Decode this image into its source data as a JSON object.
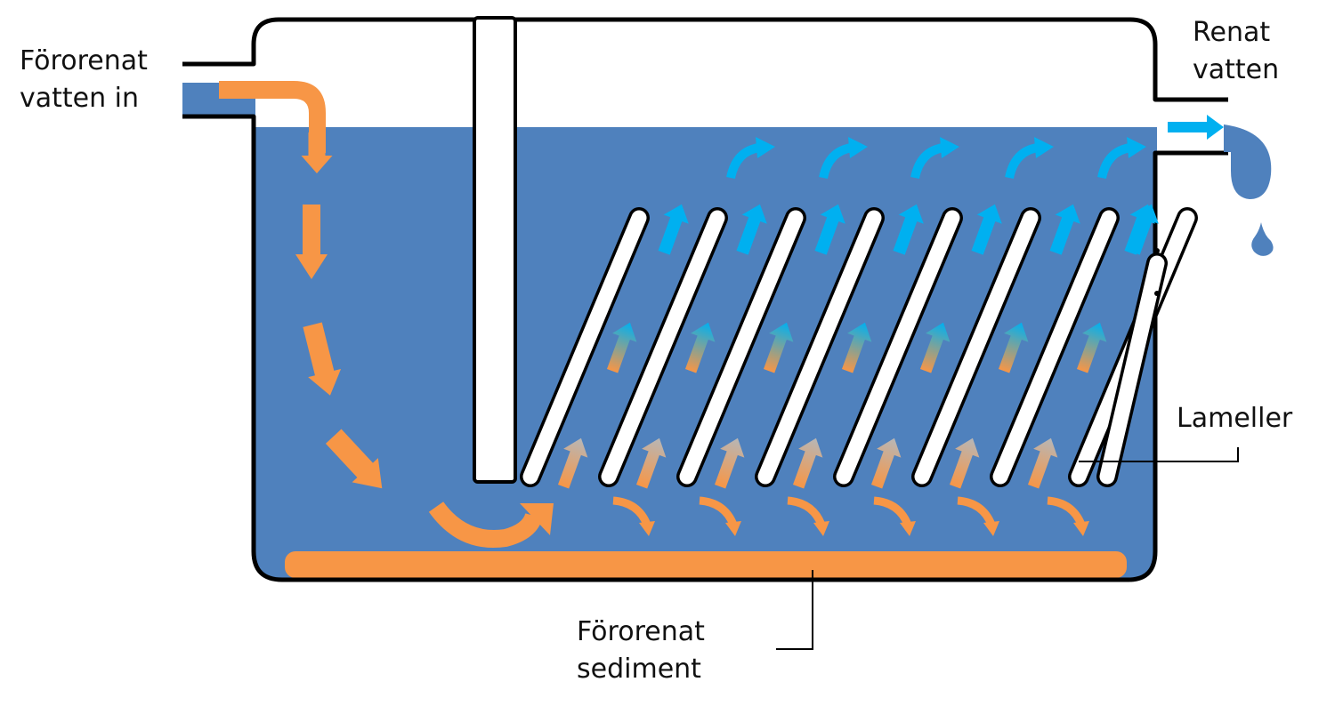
{
  "labels": {
    "inlet": [
      "Förorenat",
      "vatten in"
    ],
    "outlet": [
      "Renat",
      "vatten"
    ],
    "lamellae": "Lameller",
    "sediment": [
      "Förorenat",
      "sediment"
    ]
  },
  "colors": {
    "water": "#4f81bd",
    "polluted_flow": "#f79646",
    "clean_flow": "#00b0f0",
    "tank_outline": "#000000",
    "lamella_fill": "#ffffff",
    "sediment": "#f79646"
  },
  "lamella_count": 8,
  "icons": {
    "polluted_flow_arrows": "orange-arrow",
    "transition_arrows": "orange-to-blue-gradient-arrow",
    "clean_flow_arrows": "light-blue-arrow",
    "outlet_drop": "water-drop"
  }
}
